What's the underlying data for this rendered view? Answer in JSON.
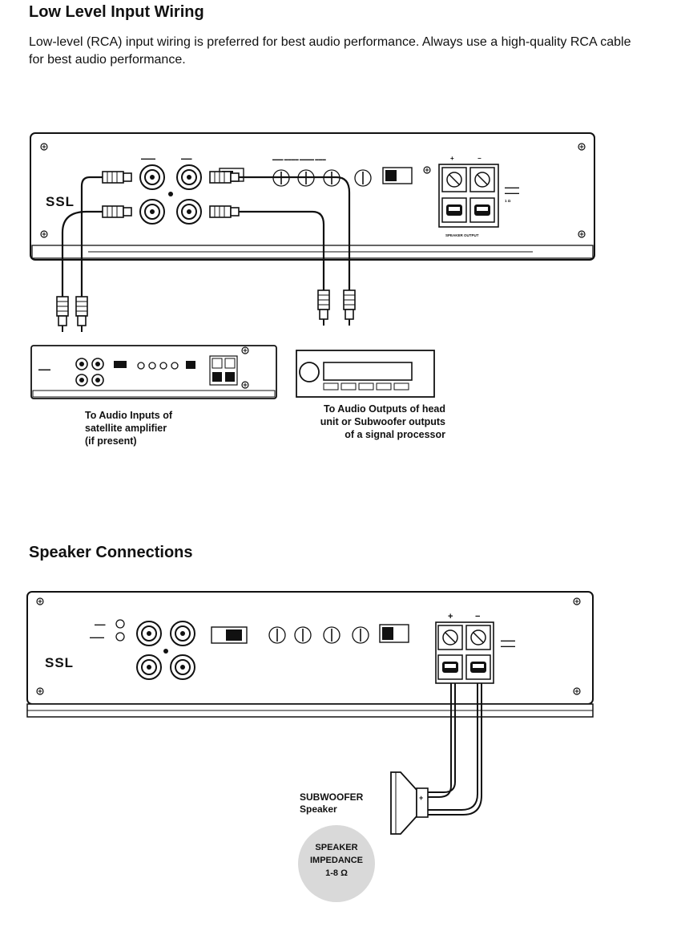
{
  "section1": {
    "title": "Low Level Input Wiring",
    "intro": "Low-level (RCA) input wiring is preferred for best audio performance. Always use a high-quality RCA cable for best audio performance."
  },
  "amp": {
    "brand": "SSL",
    "output_label": "SPEAKER OUTPUT",
    "impedance_label": "1 Ω"
  },
  "captions": {
    "satellite": [
      "To Audio Inputs of",
      "satellite amplifier",
      "(if present)"
    ],
    "headunit": [
      "To Audio Outputs of head",
      "unit or Subwoofer outputs",
      "of a signal processor"
    ]
  },
  "section2": {
    "title": "Speaker Connections",
    "plus": "+",
    "minus": "−",
    "speaker_label": [
      "SUBWOOFER",
      "Speaker"
    ],
    "impedance_badge": [
      "SPEAKER",
      "IMPEDANCE",
      "1-8 Ω"
    ]
  }
}
